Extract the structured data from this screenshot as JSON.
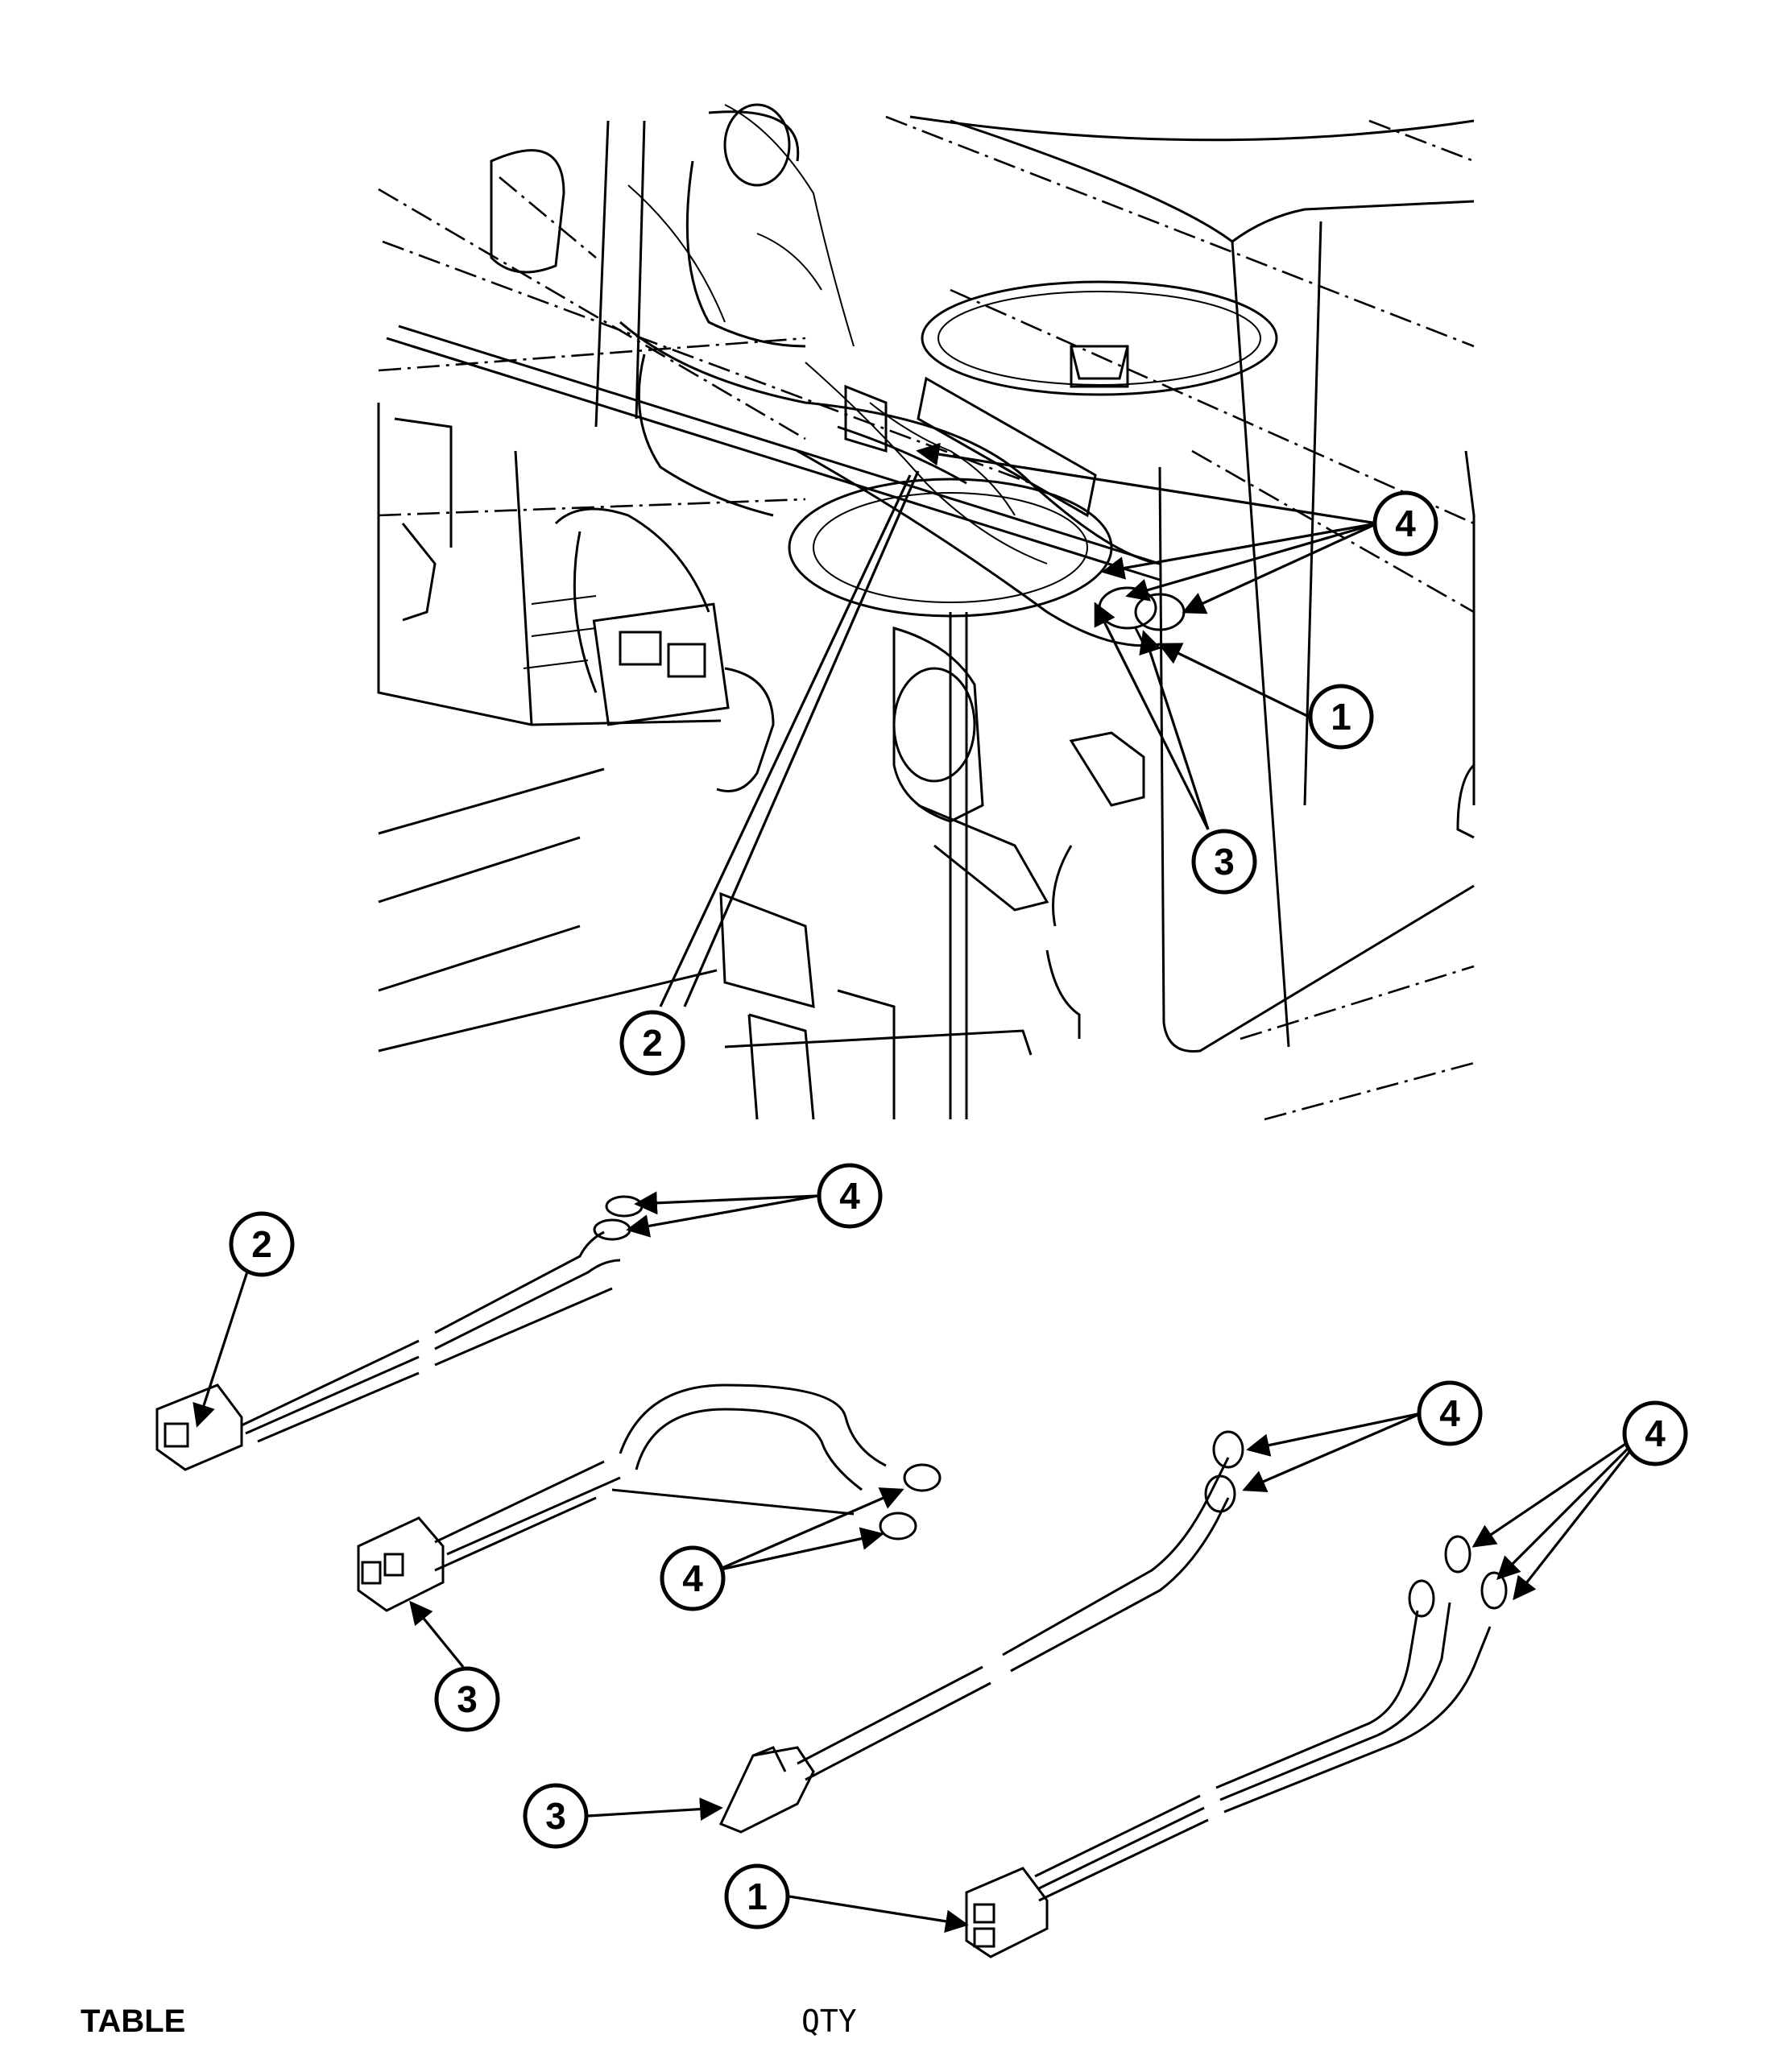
{
  "footer": {
    "table_label": "TABLE",
    "qty_label": "QTY"
  },
  "callouts": {
    "top": [
      {
        "id": "top-4",
        "label": "4"
      },
      {
        "id": "top-1",
        "label": "1"
      },
      {
        "id": "top-3",
        "label": "3"
      },
      {
        "id": "top-2",
        "label": "2"
      }
    ],
    "bottom": [
      {
        "id": "b-4a",
        "label": "4"
      },
      {
        "id": "b-2",
        "label": "2"
      },
      {
        "id": "b-4b",
        "label": "4"
      },
      {
        "id": "b-4c",
        "label": "4"
      },
      {
        "id": "b-4d",
        "label": "4"
      },
      {
        "id": "b-3a",
        "label": "3"
      },
      {
        "id": "b-3b",
        "label": "3"
      },
      {
        "id": "b-1",
        "label": "1"
      }
    ]
  }
}
